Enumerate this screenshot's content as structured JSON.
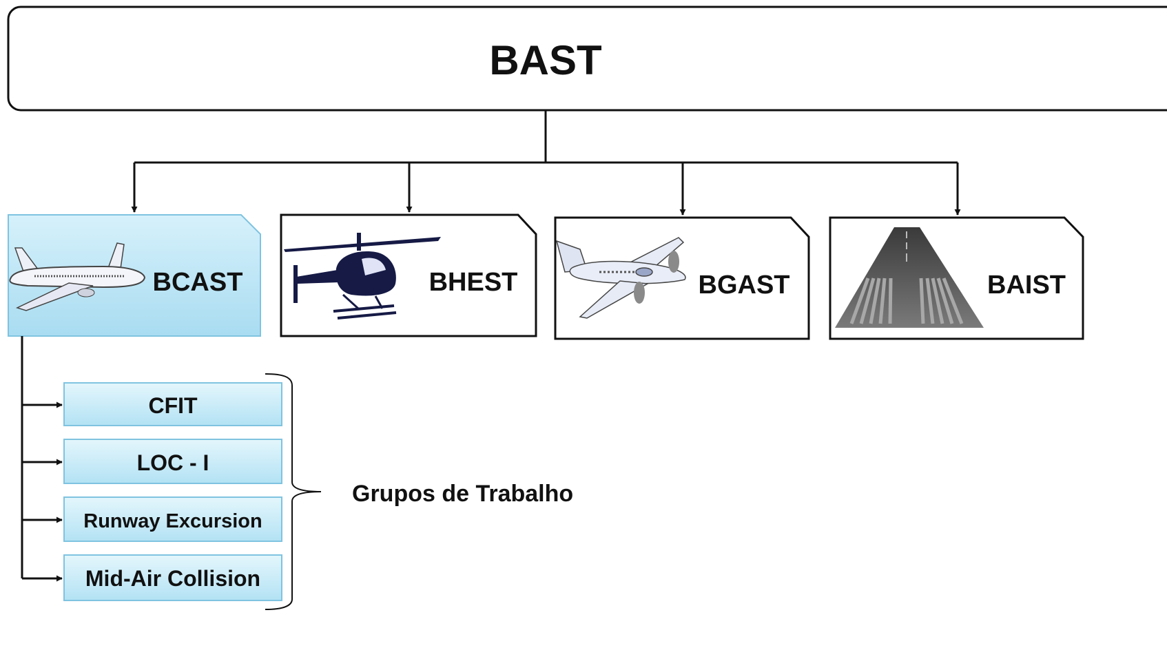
{
  "root": {
    "label": "BAST"
  },
  "branches": [
    {
      "label": "BCAST",
      "icon": "airliner-icon",
      "highlighted": true
    },
    {
      "label": "BHEST",
      "icon": "helicopter-icon",
      "highlighted": false
    },
    {
      "label": "BGAST",
      "icon": "twin-prop-plane-icon",
      "highlighted": false
    },
    {
      "label": "BAIST",
      "icon": "runway-icon",
      "highlighted": false
    }
  ],
  "working_groups": {
    "items": [
      "CFIT",
      "LOC - I",
      "Runway Excursion",
      "Mid-Air Collision"
    ],
    "caption": "Grupos de Trabalho"
  },
  "colors": {
    "highlight_fill_top": "#d6f1fb",
    "highlight_fill_bottom": "#a9dcf1",
    "highlight_border": "#7fc3e0",
    "line": "#111111",
    "helicopter": "#161a45",
    "runway": "#6b6b6b"
  }
}
